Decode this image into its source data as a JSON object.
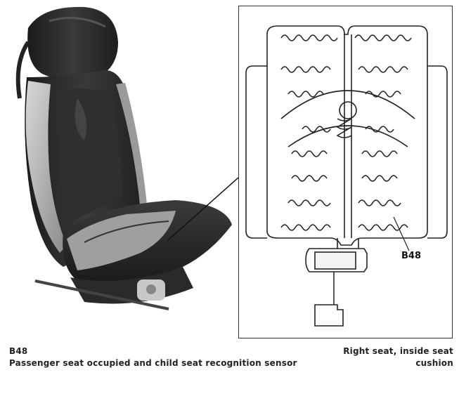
{
  "diagram": {
    "callout_label": "B48",
    "caption_left": {
      "code": "B48",
      "description": "Passenger seat occupied and child seat recognition sensor"
    },
    "caption_right": "Right seat, inside seat cushion"
  },
  "colors": {
    "seat_dark": "#2a2a2a",
    "seat_light": "#b9b9b9",
    "line": "#222222"
  }
}
